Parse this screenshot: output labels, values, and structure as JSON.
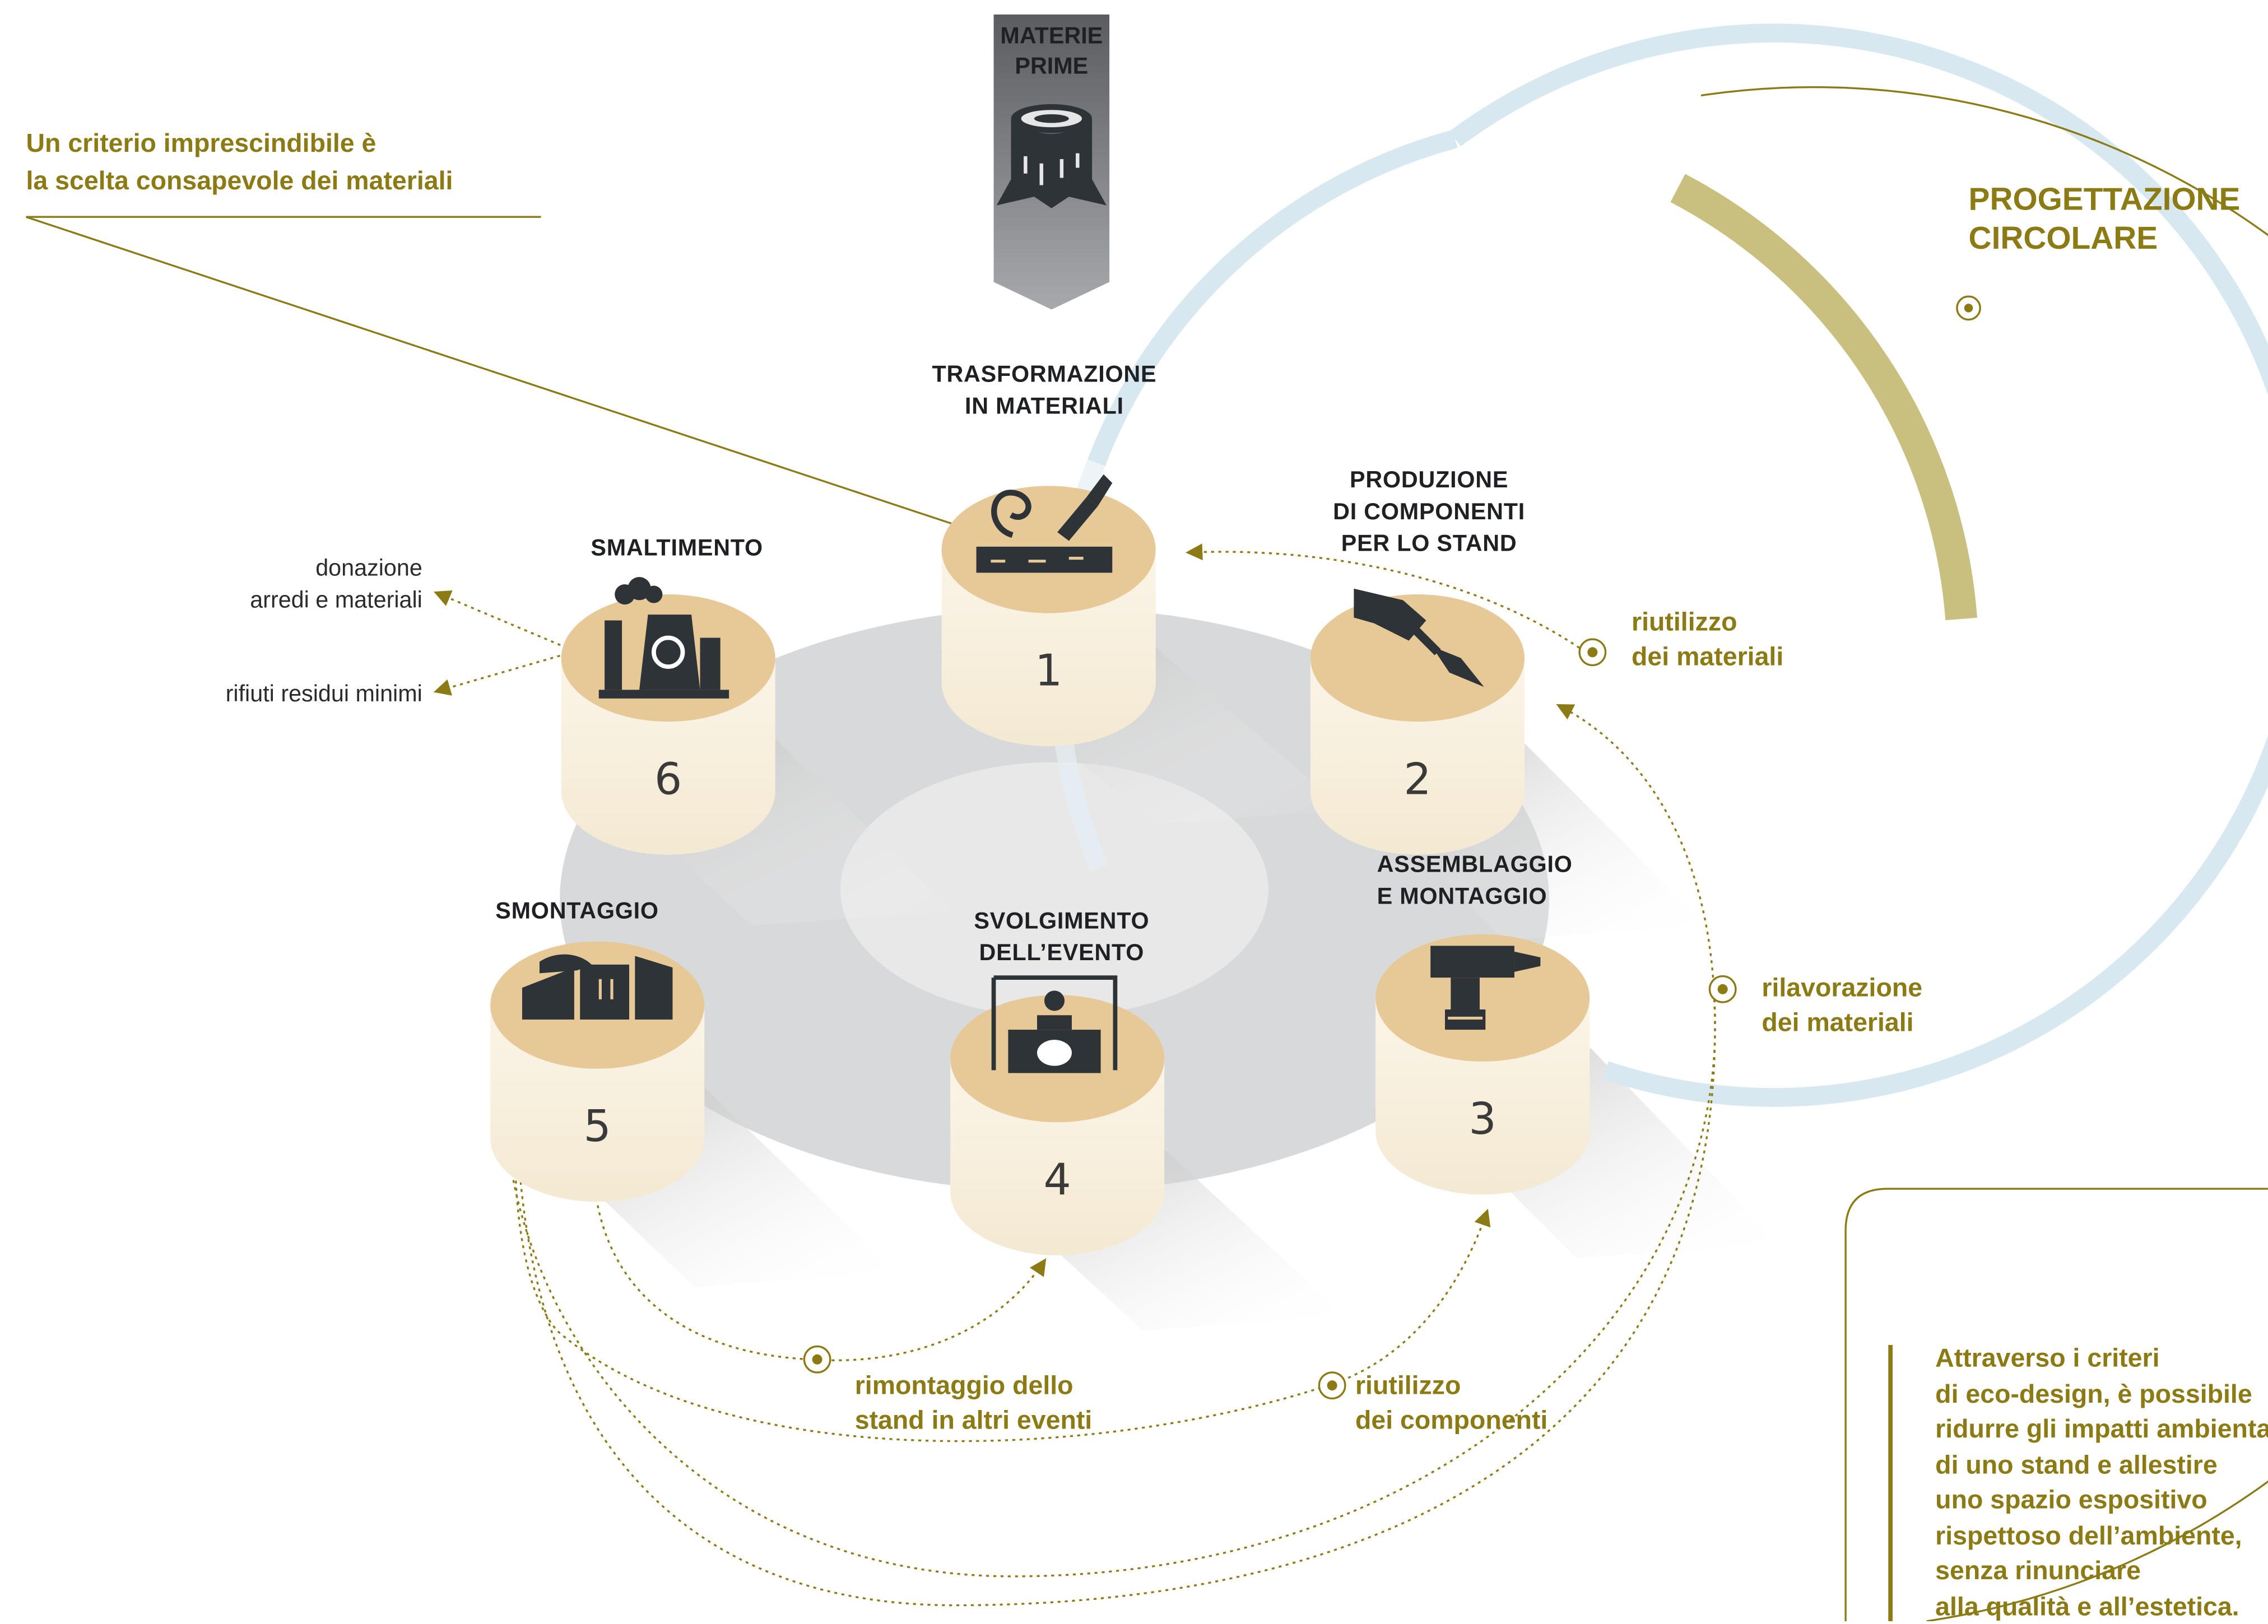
{
  "raw_materials": {
    "line1": "MATERIE",
    "line2": "PRIME",
    "icon": "tree-stump-icon"
  },
  "intro": {
    "line1": "Un criterio imprescindibile è",
    "line2": "la scelta consapevole dei materiali"
  },
  "circular": {
    "line1": "PROGETTAZIONE",
    "line2": "CIRCOLARE"
  },
  "steps": [
    {
      "number": "1",
      "line1": "TRASFORMAZIONE",
      "line2": "IN MATERIALI",
      "icon": "woodworking-chisel-icon"
    },
    {
      "number": "2",
      "line1": "PRODUZIONE",
      "line2": "DI COMPONENTI",
      "line3": "PER LO STAND",
      "icon": "paintbrush-hand-icon"
    },
    {
      "number": "3",
      "line1": "ASSEMBLAGGIO",
      "line2": "E MONTAGGIO",
      "icon": "power-drill-icon"
    },
    {
      "number": "4",
      "line1": "SVOLGIMENTO",
      "line2": "DELL’EVENTO",
      "icon": "exhibition-stand-icon"
    },
    {
      "number": "5",
      "line1": "SMONTAGGIO",
      "icon": "packed-boxes-icon"
    },
    {
      "number": "6",
      "line1": "SMALTIMENTO",
      "icon": "recycling-plant-icon"
    }
  ],
  "disposal_notes": {
    "donation_line1": "donazione",
    "donation_line2": "arredi e materiali",
    "residual": "rifiuti residui minimi"
  },
  "flows": {
    "reuse_materials": {
      "line1": "riutilizzo",
      "line2": "dei materiali"
    },
    "rework_materials": {
      "line1": "rilavorazione",
      "line2": "dei materiali"
    },
    "reassembly": {
      "line1": "rimontaggio dello",
      "line2": "stand in altri eventi"
    },
    "reuse_components": {
      "line1": "riutilizzo",
      "line2": "dei componenti"
    }
  },
  "box": {
    "lines": [
      "Attraverso i criteri",
      "di eco-design, è possibile",
      "ridurre gli impatti ambientali",
      "di uno stand e allestire",
      "uno spazio espositivo",
      "rispettoso dell’ambiente,",
      "senza rinunciare",
      "alla qualità e all’estetica."
    ]
  },
  "colors": {
    "gold": "#8c7a14",
    "khaki": "#c9bf7f",
    "light_blue": "#d7e8f0",
    "cylinder_top": "#e6c997",
    "dark_icon": "#2e3338"
  }
}
